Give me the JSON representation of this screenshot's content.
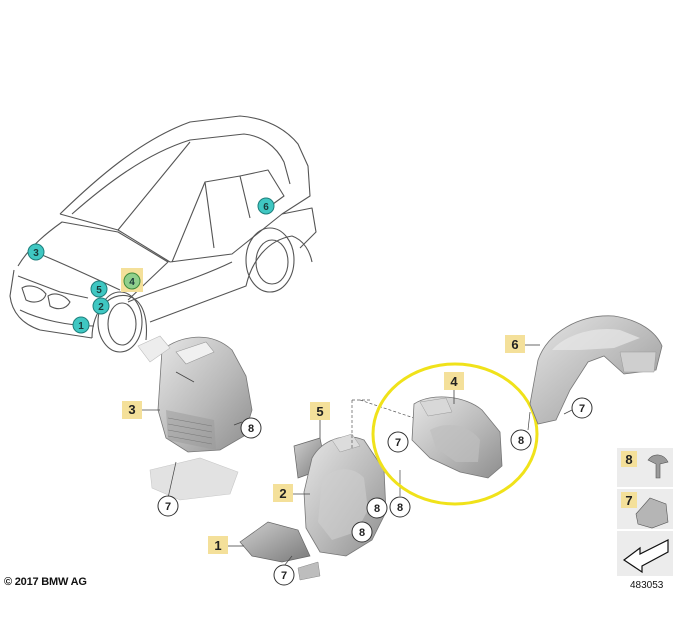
{
  "copyright": "© 2017 BMW AG",
  "doc_number": "483053",
  "car_callouts": [
    "3",
    "5",
    "2",
    "1",
    "4",
    "6"
  ],
  "parts": {
    "p1": "1",
    "p2": "2",
    "p3": "3",
    "p4": "4",
    "p5": "5",
    "p6": "6",
    "p7": "7",
    "p8": "8"
  },
  "legend": [
    "8",
    "7"
  ],
  "colors": {
    "callout_fill": "#3fc7c2",
    "highlight_fill": "#f4e09a",
    "selected_callout": "#8fcf8c",
    "ring": "#f0e21a"
  }
}
